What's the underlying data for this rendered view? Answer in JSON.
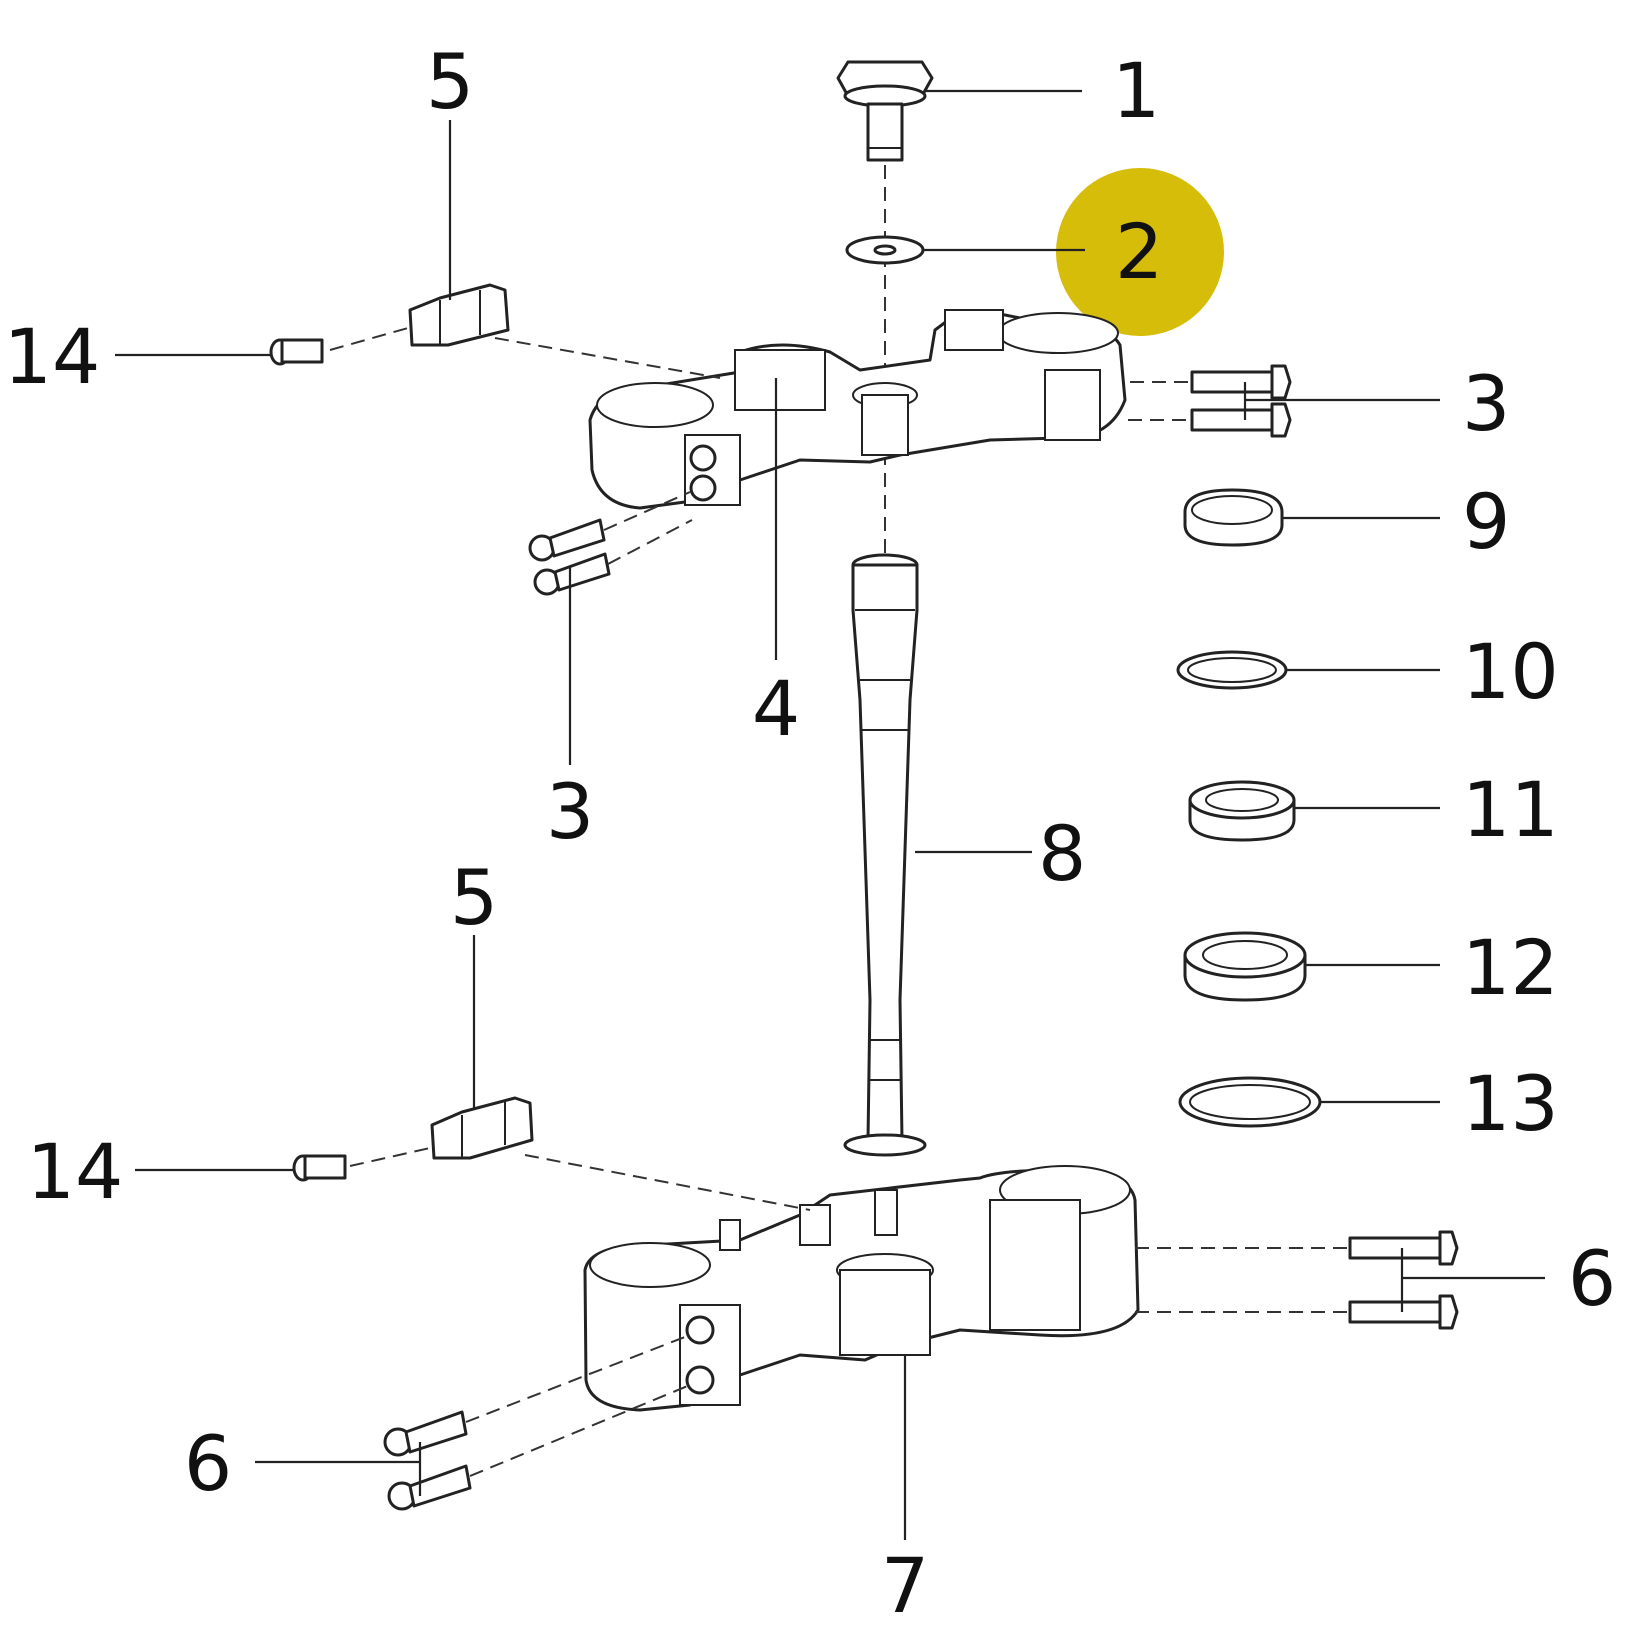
{
  "highlight_color": "#d6bd0a",
  "callouts": {
    "c1": "1",
    "c2": "2",
    "c3_right": "3",
    "c3_left": "3",
    "c4": "4",
    "c5_top": "5",
    "c5_bottom": "5",
    "c6_right": "6",
    "c6_left": "6",
    "c7": "7",
    "c8": "8",
    "c9": "9",
    "c10": "10",
    "c11": "11",
    "c12": "12",
    "c13": "13",
    "c14_top": "14",
    "c14_bottom": "14"
  },
  "highlighted_callout": "2"
}
